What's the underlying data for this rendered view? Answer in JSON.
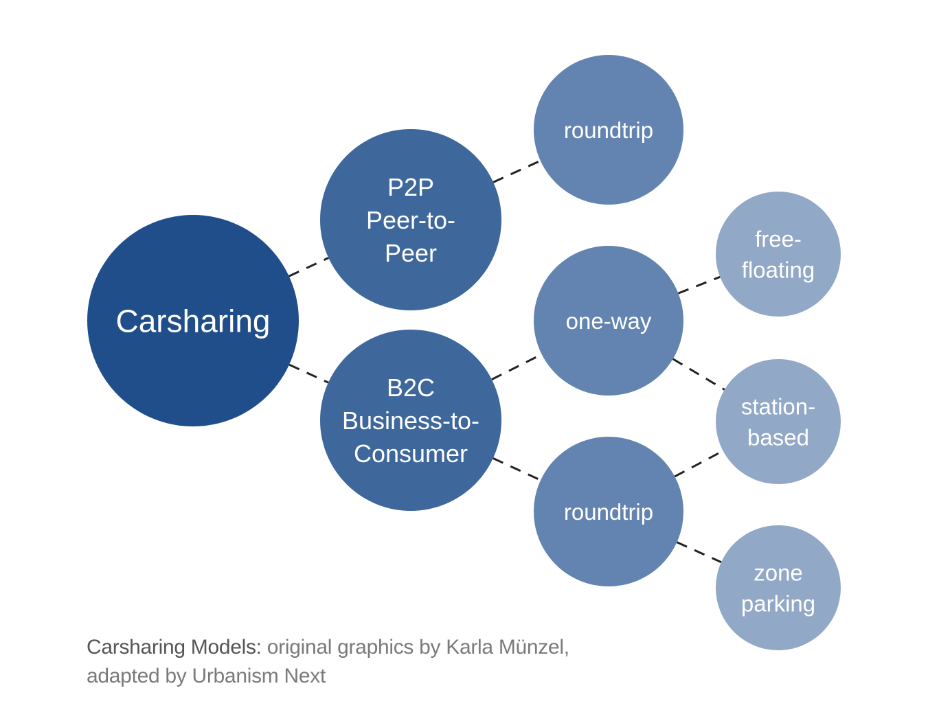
{
  "diagram": {
    "nodes": [
      {
        "id": "root",
        "lines": [
          "Carsharing"
        ],
        "color": "#1f4e8a"
      },
      {
        "id": "p2p",
        "lines": [
          "P2P",
          "Peer-to-",
          "Peer"
        ],
        "color": "#3e679c"
      },
      {
        "id": "b2c",
        "lines": [
          "B2C",
          "Business-to-",
          "Consumer"
        ],
        "color": "#3e679c"
      },
      {
        "id": "p2p-roundtrip",
        "lines": [
          "roundtrip"
        ],
        "color": "#6384b0"
      },
      {
        "id": "one-way",
        "lines": [
          "one-way"
        ],
        "color": "#6384b0"
      },
      {
        "id": "b2c-roundtrip",
        "lines": [
          "roundtrip"
        ],
        "color": "#6384b0"
      },
      {
        "id": "free-floating",
        "lines": [
          "free-",
          "floating"
        ],
        "color": "#91a8c6"
      },
      {
        "id": "station-based",
        "lines": [
          "station-",
          "based"
        ],
        "color": "#91a8c6"
      },
      {
        "id": "zone-parking",
        "lines": [
          "zone",
          "parking"
        ],
        "color": "#91a8c6"
      }
    ],
    "edges": [
      [
        "root",
        "p2p"
      ],
      [
        "root",
        "b2c"
      ],
      [
        "p2p",
        "p2p-roundtrip"
      ],
      [
        "b2c",
        "one-way"
      ],
      [
        "b2c",
        "b2c-roundtrip"
      ],
      [
        "one-way",
        "free-floating"
      ],
      [
        "one-way",
        "station-based"
      ],
      [
        "b2c-roundtrip",
        "station-based"
      ],
      [
        "b2c-roundtrip",
        "zone-parking"
      ]
    ]
  },
  "caption": {
    "lead": "Carsharing Models:",
    "text": " original graphics by Karla Münzel,",
    "line2": "adapted by Urbanism Next"
  }
}
